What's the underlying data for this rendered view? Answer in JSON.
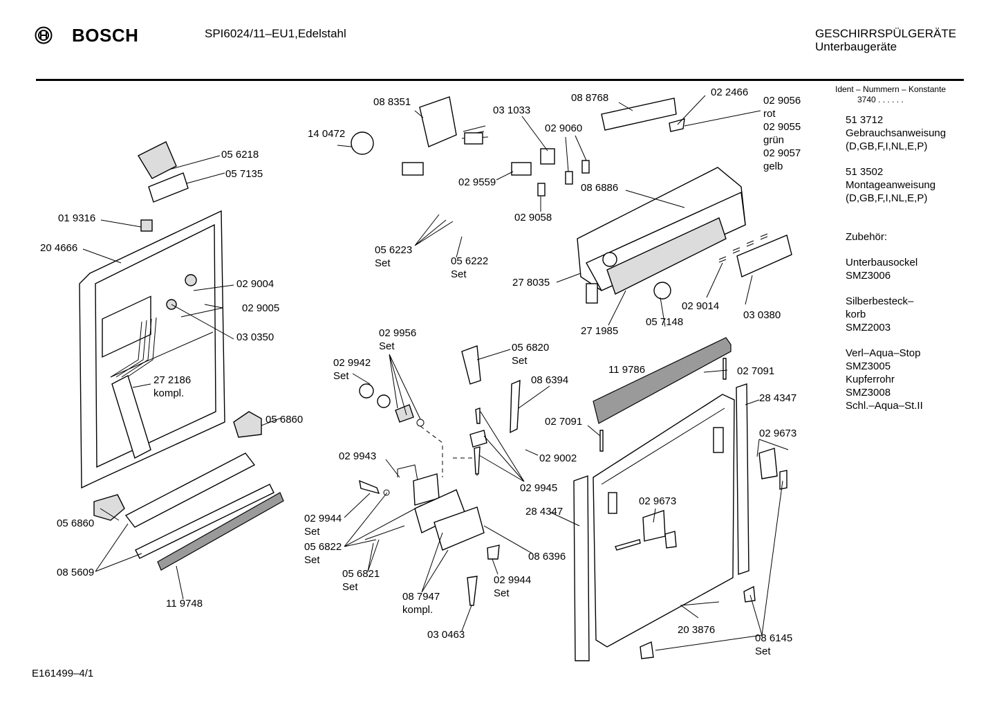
{
  "header": {
    "brand": "BOSCH",
    "model": "SPI6024/11–EU1,Edelstahl",
    "category_line1": "GESCHIRRSPÜLGERÄTE",
    "category_line2": "Unterbaugeräte"
  },
  "footer": {
    "drawing_id": "E161499–4/1"
  },
  "sidebar": {
    "ident_heading": "Ident – Nummern – Konstante",
    "ident_value": "3740 .  .  .  .  .  .",
    "items": [
      {
        "code": "51 3712",
        "text1": "Gebrauchsanweisung",
        "text2": "(D,GB,F,I,NL,E,P)"
      },
      {
        "code": "51 3502",
        "text1": "Montageanweisung",
        "text2": "(D,GB,F,I,NL,E,P)"
      }
    ],
    "accessories_heading": "Zubehör:",
    "accessories": [
      "Unterbausockel",
      "SMZ3006",
      "Silberbesteck–",
      "korb",
      "SMZ2003",
      "Verl–Aqua–Stop",
      "SMZ3005",
      "Kupferrohr",
      "SMZ3008",
      "Schl.–Aqua–St.II"
    ]
  },
  "labels": [
    "08 8351",
    "14 0472",
    "03 1033",
    "08 8768",
    "02 2466",
    "02 9056",
    "rot",
    "02 9055",
    "grün",
    "02 9057",
    "gelb",
    "02 9060",
    "05 6218",
    "05 7135",
    "02 9559",
    "02 9058",
    "01 9316",
    "20 4666",
    "08 6886",
    "05 6223",
    "Set",
    "05 6222",
    "Set",
    "02 9004",
    "02 9005",
    "27 8035",
    "03 0350",
    "02 9014",
    "03 0380",
    "27 1985",
    "05 7148",
    "02 9956",
    "Set",
    "05 6820",
    "Set",
    "02 9942",
    "Set",
    "27 2186",
    "kompl.",
    "08 6394",
    "11 9786",
    "02 7091",
    "28 4347",
    "05 6860",
    "02 7091",
    "02 9673",
    "02 9002",
    "02 9943",
    "02 9945",
    "28 4347",
    "02 9673",
    "05 6860",
    "02 9944",
    "Set",
    "05 6822",
    "Set",
    "08 5609",
    "05 6821",
    "Set",
    "08 6396",
    "02 9944",
    "Set",
    "11 9748",
    "08 7947",
    "kompl.",
    "20 3876",
    "08 6145",
    "Set",
    "03 0463"
  ]
}
